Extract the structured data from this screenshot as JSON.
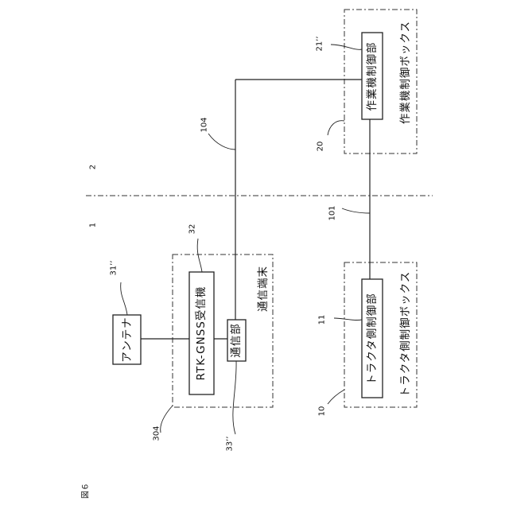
{
  "figure_label": "図６",
  "regions": {
    "left_number": "1",
    "right_number": "2"
  },
  "nodes": {
    "antenna": "アンテナ",
    "rtk_receiver": "RTK-GNSS受信機",
    "comm_unit": "通信部",
    "tractor_controller": "トラクタ側制御部",
    "work_controller": "作業機制御部"
  },
  "groups": {
    "comm_terminal": "通信端末",
    "tractor_box": "トラクタ側制御ボックス",
    "work_box": "作業機制御ボックス"
  },
  "refs": {
    "antenna": "31’’",
    "rtk_receiver": "32",
    "comm_unit": "33’’",
    "comm_terminal": "304",
    "line_104": "104",
    "line_101": "101",
    "tractor_controller": "11",
    "tractor_box": "10",
    "work_controller": "21’’",
    "work_box": "20"
  }
}
